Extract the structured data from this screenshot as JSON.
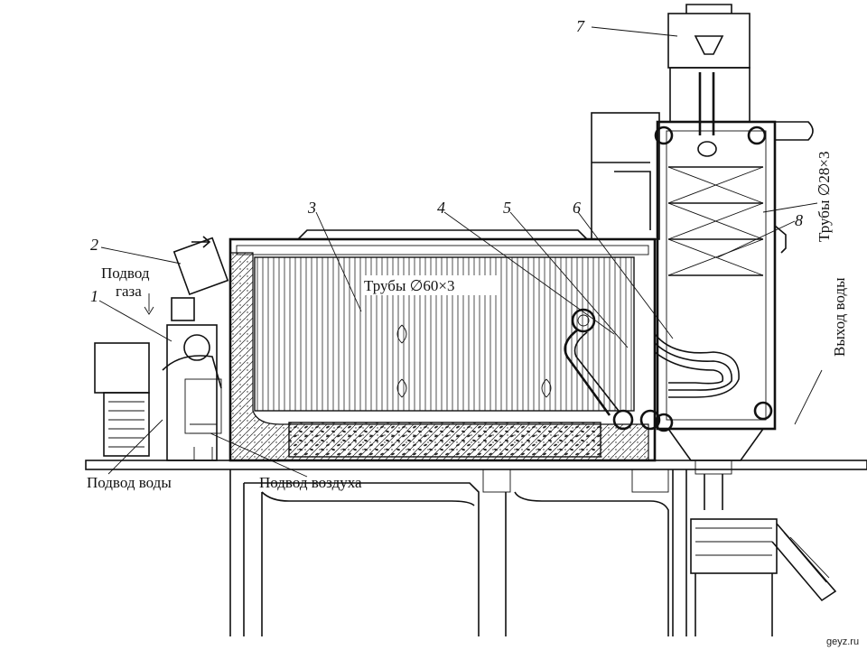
{
  "labels": {
    "n1": "1",
    "n2": "2",
    "n3": "3",
    "n4": "4",
    "n5": "5",
    "n6": "6",
    "n7": "7",
    "n8": "8",
    "gas_in_line1": "Подвод",
    "gas_in_line2": "газа",
    "water_in": "Подвод воды",
    "air_in": "Подвод воздуха",
    "tubes_main": "Трубы ∅60×3",
    "tubes_small": "Трубы ∅28×3",
    "water_out": "Выход воды"
  },
  "watermark": "geyz.ru"
}
